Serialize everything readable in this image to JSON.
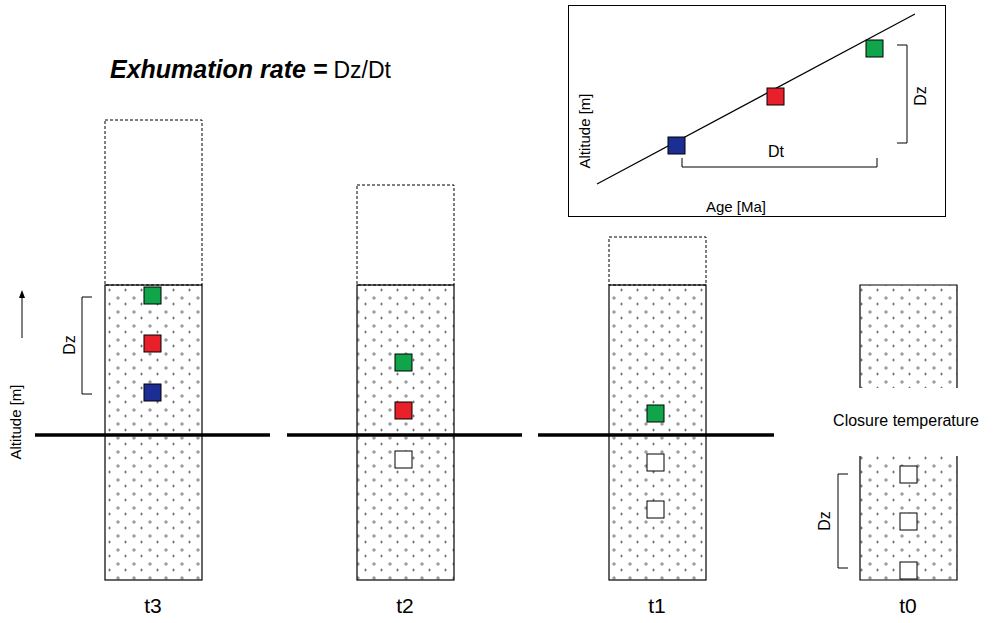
{
  "diagram": {
    "nodes": [
      {
        "text": [
          "Altitude [m]",
          "Dt",
          "Dz",
          "Age [Ma]"
        ]
      },
      {
        "text": [
          "t3"
        ]
      },
      {
        "text": [
          "t2"
        ]
      },
      {
        "text": [
          "t1"
        ]
      },
      {
        "text": [
          "t0"
        ]
      }
    ],
    "labels": [
      "Exhumation rate =",
      "Dz/Dt",
      "Dz",
      "Altitude [m]",
      "Closure temperature",
      "Dz"
    ]
  }
}
